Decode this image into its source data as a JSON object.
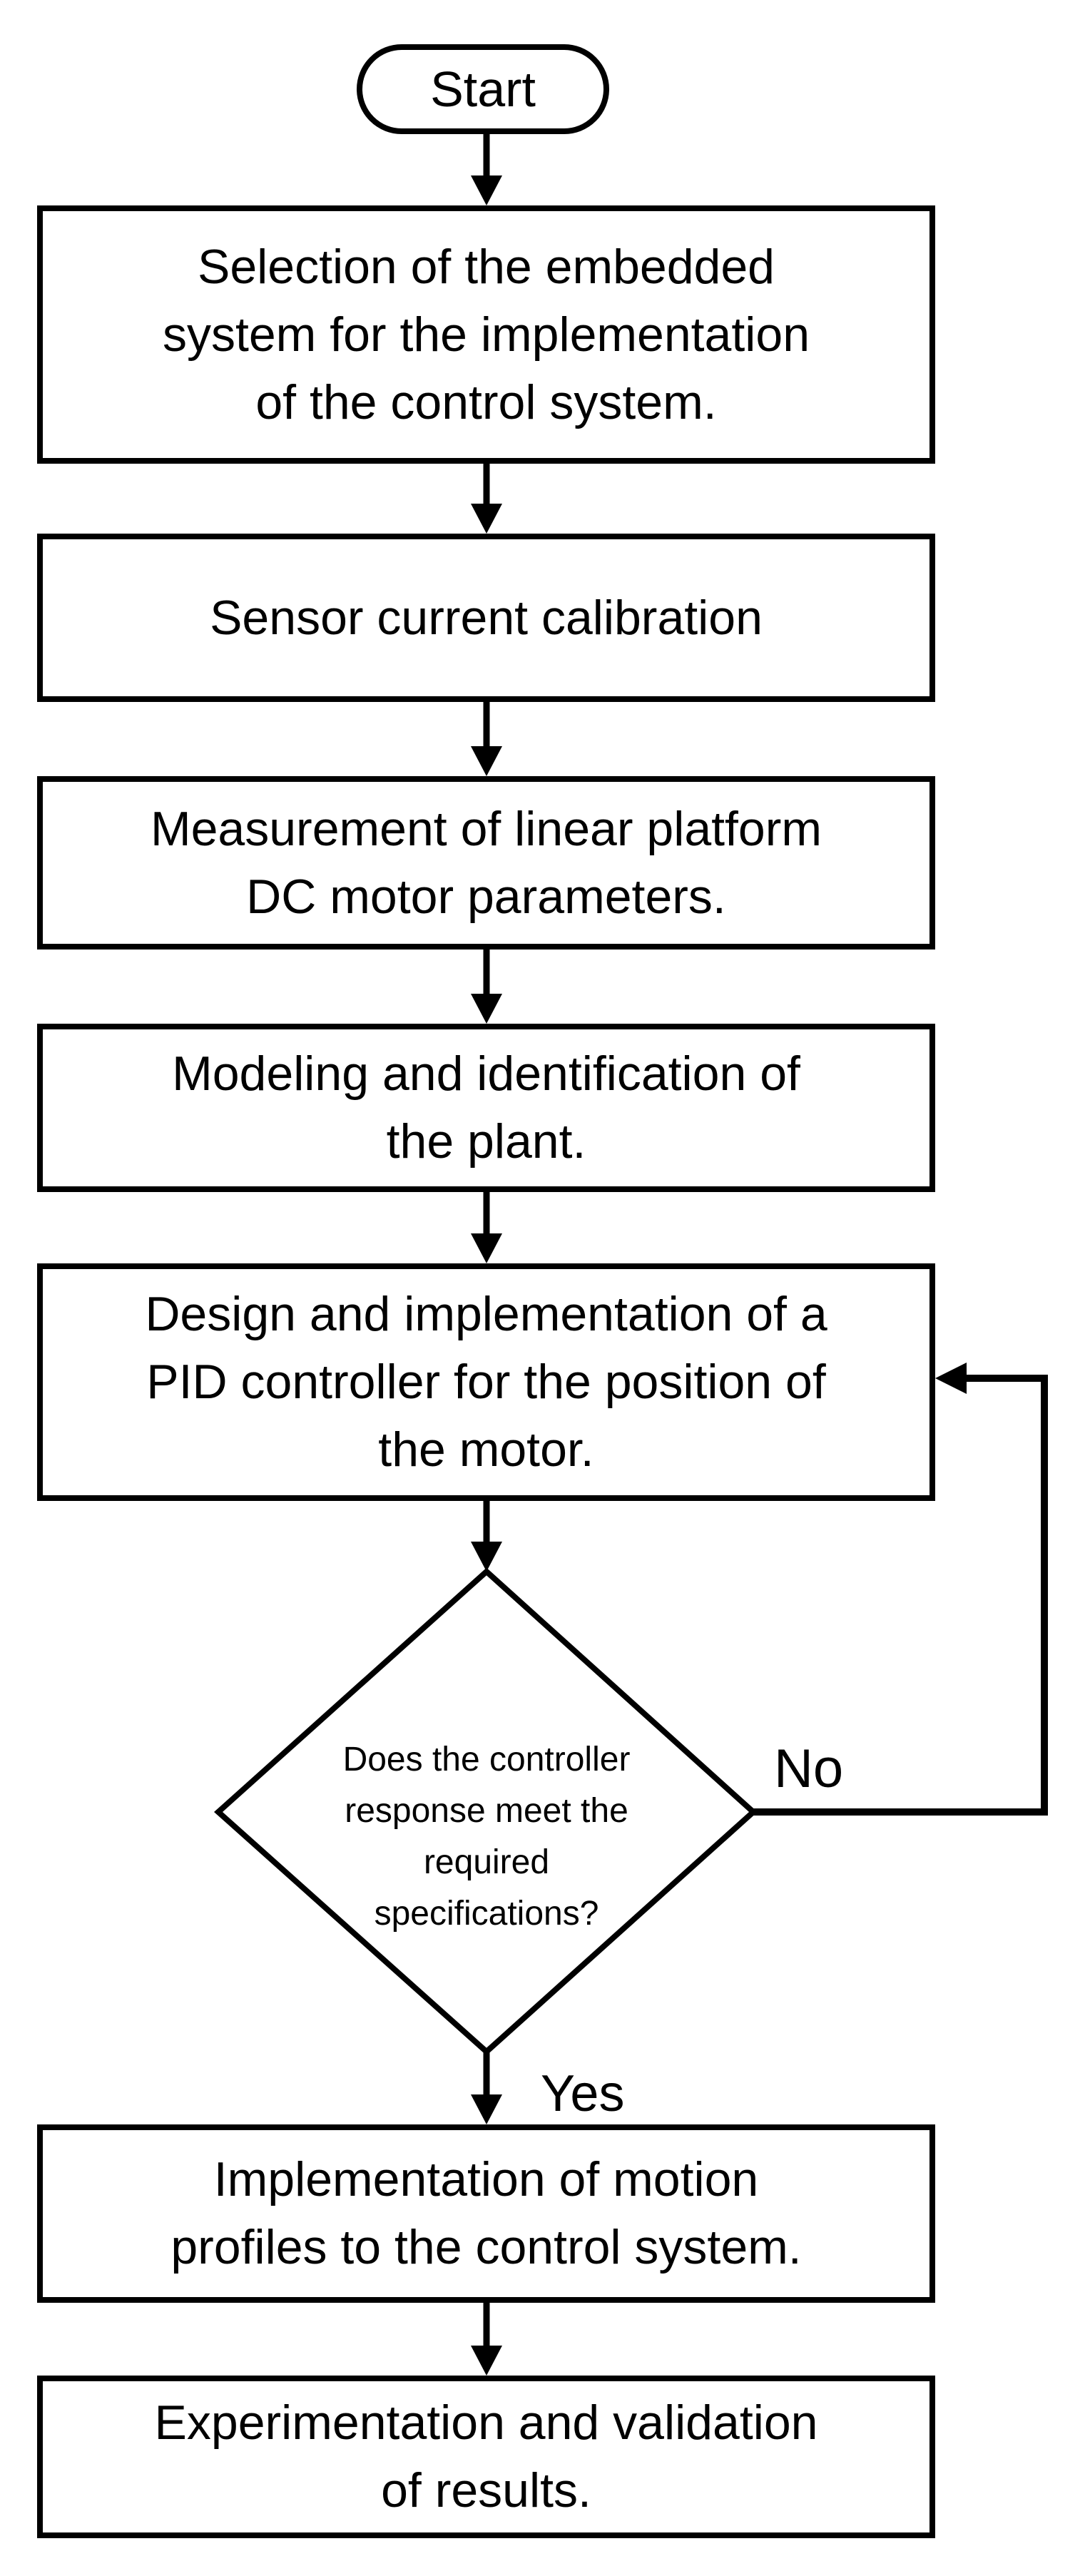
{
  "flowchart": {
    "background_color": "#ffffff",
    "stroke_color": "#000000",
    "text_color": "#000000",
    "start": {
      "label": "Start"
    },
    "steps": [
      {
        "id": "select-embedded-system",
        "label": "Selection of the embedded\nsystem for the implementation\nof the control system."
      },
      {
        "id": "sensor-current-calibration",
        "label": "Sensor current calibration"
      },
      {
        "id": "measure-dc-motor-parameters",
        "label": "Measurement of linear platform\nDC motor parameters."
      },
      {
        "id": "modeling-identification",
        "label": "Modeling and identification of\nthe plant."
      },
      {
        "id": "pid-controller-design",
        "label": "Design and implementation of a\nPID controller for the position of\nthe motor."
      },
      {
        "id": "motion-profiles",
        "label": "Implementation of motion\nprofiles to the control system."
      },
      {
        "id": "experimentation-validation",
        "label": "Experimentation and validation\nof results."
      }
    ],
    "decision": {
      "id": "controller-spec-check",
      "label": "Does the controller\nresponse meet the\nrequired\nspecifications?"
    },
    "branch_labels": {
      "no": "No",
      "yes": "Yes"
    }
  }
}
